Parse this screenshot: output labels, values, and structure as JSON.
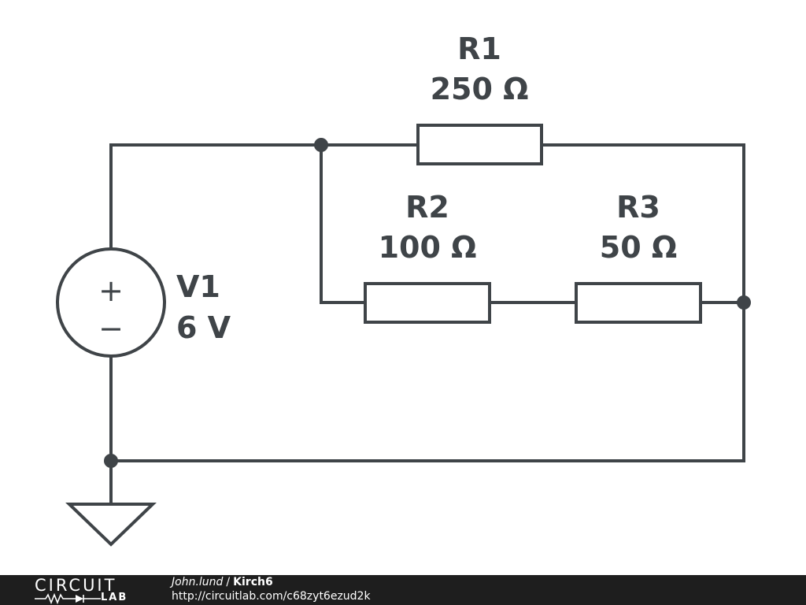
{
  "components": {
    "r1": {
      "name": "R1",
      "value": "250 Ω"
    },
    "r2": {
      "name": "R2",
      "value": "100 Ω"
    },
    "r3": {
      "name": "R3",
      "value": "50 Ω"
    },
    "v1": {
      "name": "V1",
      "value": "6 V",
      "plus": "+",
      "minus": "−"
    }
  },
  "footer": {
    "logo_top": "CIRCUIT",
    "logo_bottom": "LAB",
    "author": "John.lund",
    "separator": "/",
    "title": "Kirch6",
    "url": "http://circuitlab.com/c68zyt6ezud2k"
  },
  "colors": {
    "ink": "#3f4448",
    "footer_bg": "#1e1e1e"
  }
}
